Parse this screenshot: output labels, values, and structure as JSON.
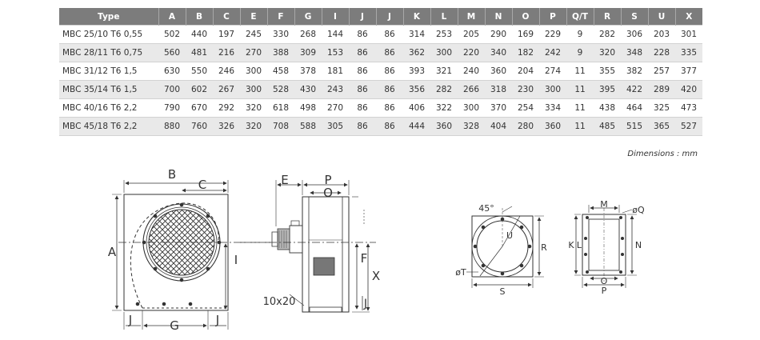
{
  "table": {
    "headers": [
      "Type",
      "A",
      "B",
      "C",
      "E",
      "F",
      "G",
      "I",
      "J",
      "J",
      "K",
      "L",
      "M",
      "N",
      "O",
      "P",
      "Q/T",
      "R",
      "S",
      "U",
      "X"
    ],
    "rows": [
      [
        "MBC 25/10 T6 0,55",
        "502",
        "440",
        "197",
        "245",
        "330",
        "268",
        "144",
        "86",
        "86",
        "314",
        "253",
        "205",
        "290",
        "169",
        "229",
        "9",
        "282",
        "306",
        "203",
        "301"
      ],
      [
        "MBC 28/11 T6 0,75",
        "560",
        "481",
        "216",
        "270",
        "388",
        "309",
        "153",
        "86",
        "86",
        "362",
        "300",
        "220",
        "340",
        "182",
        "242",
        "9",
        "320",
        "348",
        "228",
        "335"
      ],
      [
        "MBC 31/12 T6 1,5",
        "630",
        "550",
        "246",
        "300",
        "458",
        "378",
        "181",
        "86",
        "86",
        "393",
        "321",
        "240",
        "360",
        "204",
        "274",
        "11",
        "355",
        "382",
        "257",
        "377"
      ],
      [
        "MBC 35/14 T6 1,5",
        "700",
        "602",
        "267",
        "300",
        "528",
        "430",
        "243",
        "86",
        "86",
        "356",
        "282",
        "266",
        "318",
        "230",
        "300",
        "11",
        "395",
        "422",
        "289",
        "420"
      ],
      [
        "MBC 40/16 T6 2,2",
        "790",
        "670",
        "292",
        "320",
        "618",
        "498",
        "270",
        "86",
        "86",
        "406",
        "322",
        "300",
        "370",
        "254",
        "334",
        "11",
        "438",
        "464",
        "325",
        "473"
      ],
      [
        "MBC 45/18 T6 2,2",
        "880",
        "760",
        "326",
        "320",
        "708",
        "588",
        "305",
        "86",
        "86",
        "444",
        "360",
        "328",
        "404",
        "280",
        "360",
        "11",
        "485",
        "515",
        "365",
        "527"
      ]
    ]
  },
  "note": "Dimensions : mm",
  "labels": {
    "front": {
      "A": "A",
      "B": "B",
      "C": "C",
      "I": "I",
      "G": "G",
      "J_left": "J",
      "J_right": "J"
    },
    "side": {
      "E": "E",
      "P": "P",
      "O": "O",
      "F": "F",
      "X": "X",
      "J": "J",
      "slot": "10x20"
    },
    "inlet": {
      "angle": "45°",
      "U": "U",
      "R": "R",
      "T": "øT",
      "S": "S"
    },
    "outlet": {
      "M": "M",
      "Q": "øQ",
      "K": "K",
      "L": "L",
      "N": "N",
      "O": "O",
      "P": "P"
    }
  }
}
